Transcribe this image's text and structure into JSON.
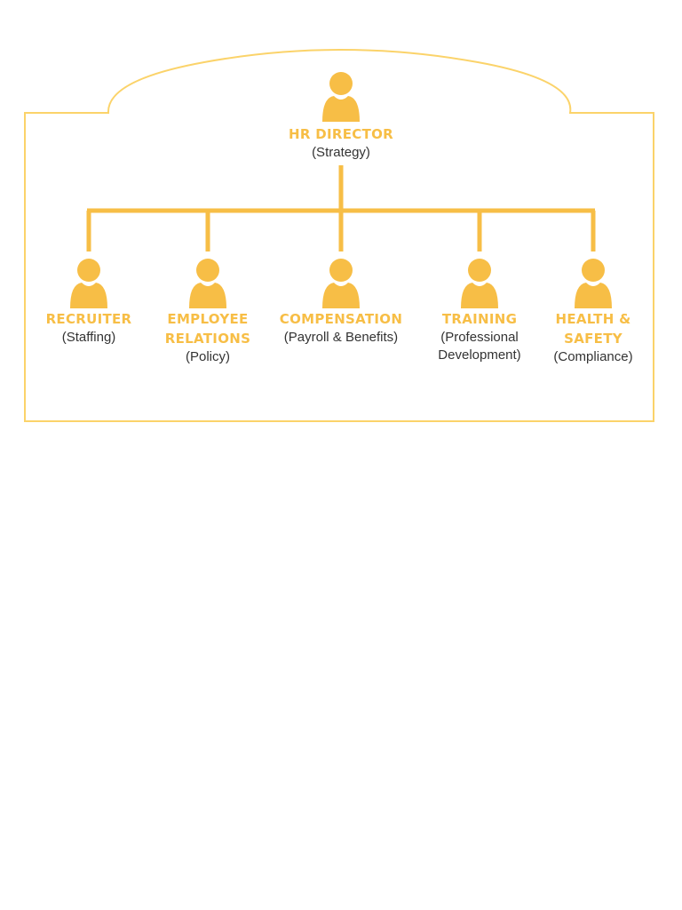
{
  "colors": {
    "accent": "#F7BE46",
    "frame": "#FBD36A",
    "text": "#333333"
  },
  "director": {
    "title": "HR DIRECTOR",
    "subtitle": "(Strategy)"
  },
  "roles": [
    {
      "title": "RECRUITER",
      "subtitle": "(Staffing)"
    },
    {
      "title": "EMPLOYEE\nRELATIONS",
      "subtitle": "(Policy)"
    },
    {
      "title": "COMPENSATION",
      "subtitle": "(Payroll & Benefits)"
    },
    {
      "title": "TRAINING",
      "subtitle": "(Professional\nDevelopment)"
    },
    {
      "title": "HEALTH &\nSAFETY",
      "subtitle": "(Compliance)"
    }
  ]
}
